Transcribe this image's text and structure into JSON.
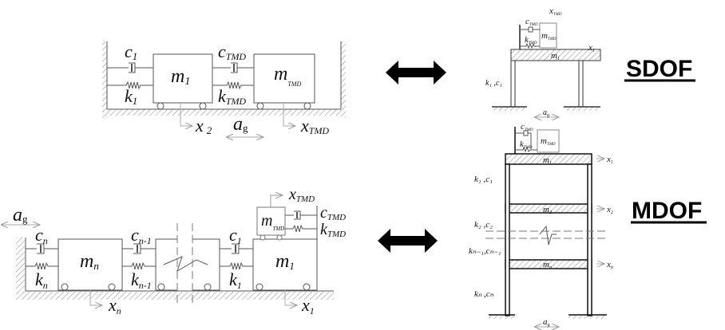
{
  "labels": {
    "sdof": "SDOF",
    "mdof": "MDOF"
  },
  "sdof_model": {
    "c1": "c",
    "c1_sub": "1",
    "k1": "k",
    "k1_sub": "1",
    "m1": "m",
    "m1_sub": "1",
    "ctmd": "c",
    "ctmd_sub": "TMD",
    "ktmd": "k",
    "ktmd_sub": "TMD",
    "mtmd": "m",
    "mtmd_sub": "TMD",
    "x2": "x",
    "x2_sub": "2",
    "ag": "a",
    "ag_sub": "g",
    "xtmd": "x",
    "xtmd_sub": "TMD"
  },
  "mdof_model": {
    "ag": "a",
    "ag_sub": "g",
    "cn": "c",
    "cn_sub": "n",
    "kn": "k",
    "kn_sub": "n",
    "mn": "m",
    "mn_sub": "n",
    "cn1": "c",
    "cn1_sub": "n-1",
    "kn1": "k",
    "kn1_sub": "n-1",
    "c1": "c",
    "c1_sub": "1",
    "k1": "k",
    "k1_sub": "1",
    "m1": "m",
    "m1_sub": "1",
    "mtmd": "m",
    "mtmd_sub": "TMD",
    "ctmd": "c",
    "ctmd_sub": "TMD",
    "ktmd": "k",
    "ktmd_sub": "TMD",
    "xtmd": "x",
    "xtmd_sub": "TMD",
    "xn": "x",
    "xn_sub": "n",
    "x1": "x",
    "x1_sub": "1"
  },
  "sdof_frame": {
    "ctmd": "c",
    "ctmd_sub": "TMD",
    "ktmd": "k",
    "ktmd_sub": "TMD",
    "mtmd": "m",
    "mtmd_sub": "TMD",
    "xtmd": "x",
    "xtmd_sub": "TMD",
    "m1": "m",
    "m1_sub": "1",
    "x1": "x",
    "x1_sub": "1",
    "kc": "k₁ ,c₁",
    "ag": "a",
    "ag_sub": "g"
  },
  "mdof_frame": {
    "ctmd": "c",
    "ctmd_sub": "TMD",
    "ktmd": "k",
    "ktmd_sub": "TMD",
    "mtmd": "m",
    "mtmd_sub": "TMD",
    "m1": "m",
    "m1_sub": "1",
    "m2": "m",
    "m2_sub": "2",
    "mn": "m",
    "mn_sub": "n",
    "x1": "x",
    "x1_sub": "1",
    "x2": "x",
    "x2_sub": "2",
    "xn": "x",
    "xn_sub": "n",
    "k1c1": "k₁ ,c₁",
    "k2c2": "k₂ ,c₂",
    "kn1cn1": "kₙ₋₁,cₙ₋₁",
    "kncn": "kₙ ,cₙ",
    "ag": "a",
    "ag_sub": "g"
  }
}
